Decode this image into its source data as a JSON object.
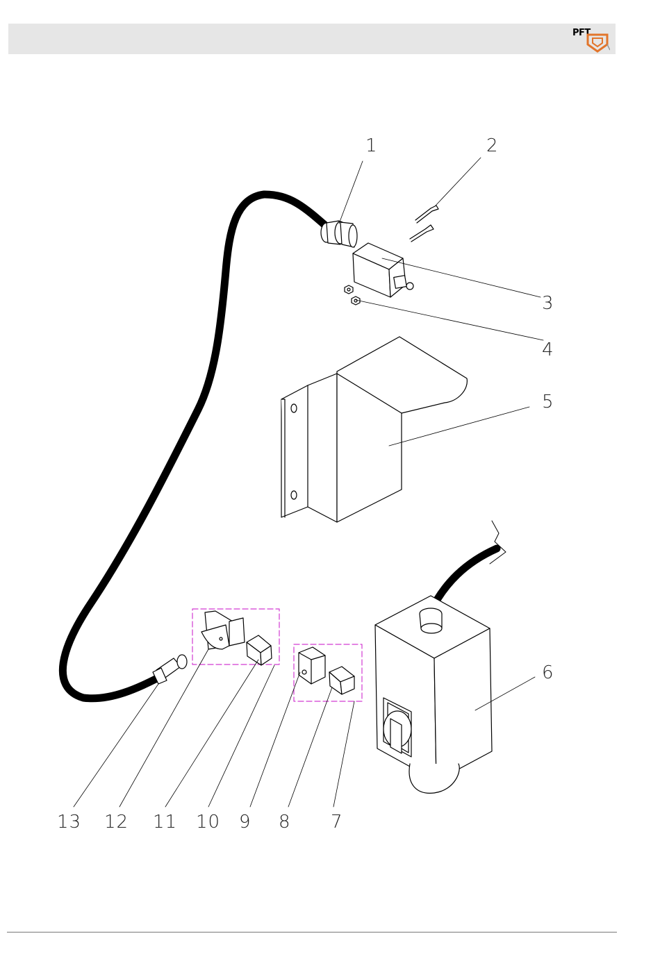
{
  "header": {
    "logo_text": "PFT",
    "logo_icon": "pft-shield-logo-icon",
    "brand_color": "#e2752b",
    "bar_color": "#e6e6e6"
  },
  "diagram": {
    "callouts": [
      "1",
      "2",
      "3",
      "4",
      "5",
      "6",
      "7",
      "8",
      "9",
      "10",
      "11",
      "12",
      "13"
    ],
    "dashed_box_color": "#d23ad2"
  }
}
